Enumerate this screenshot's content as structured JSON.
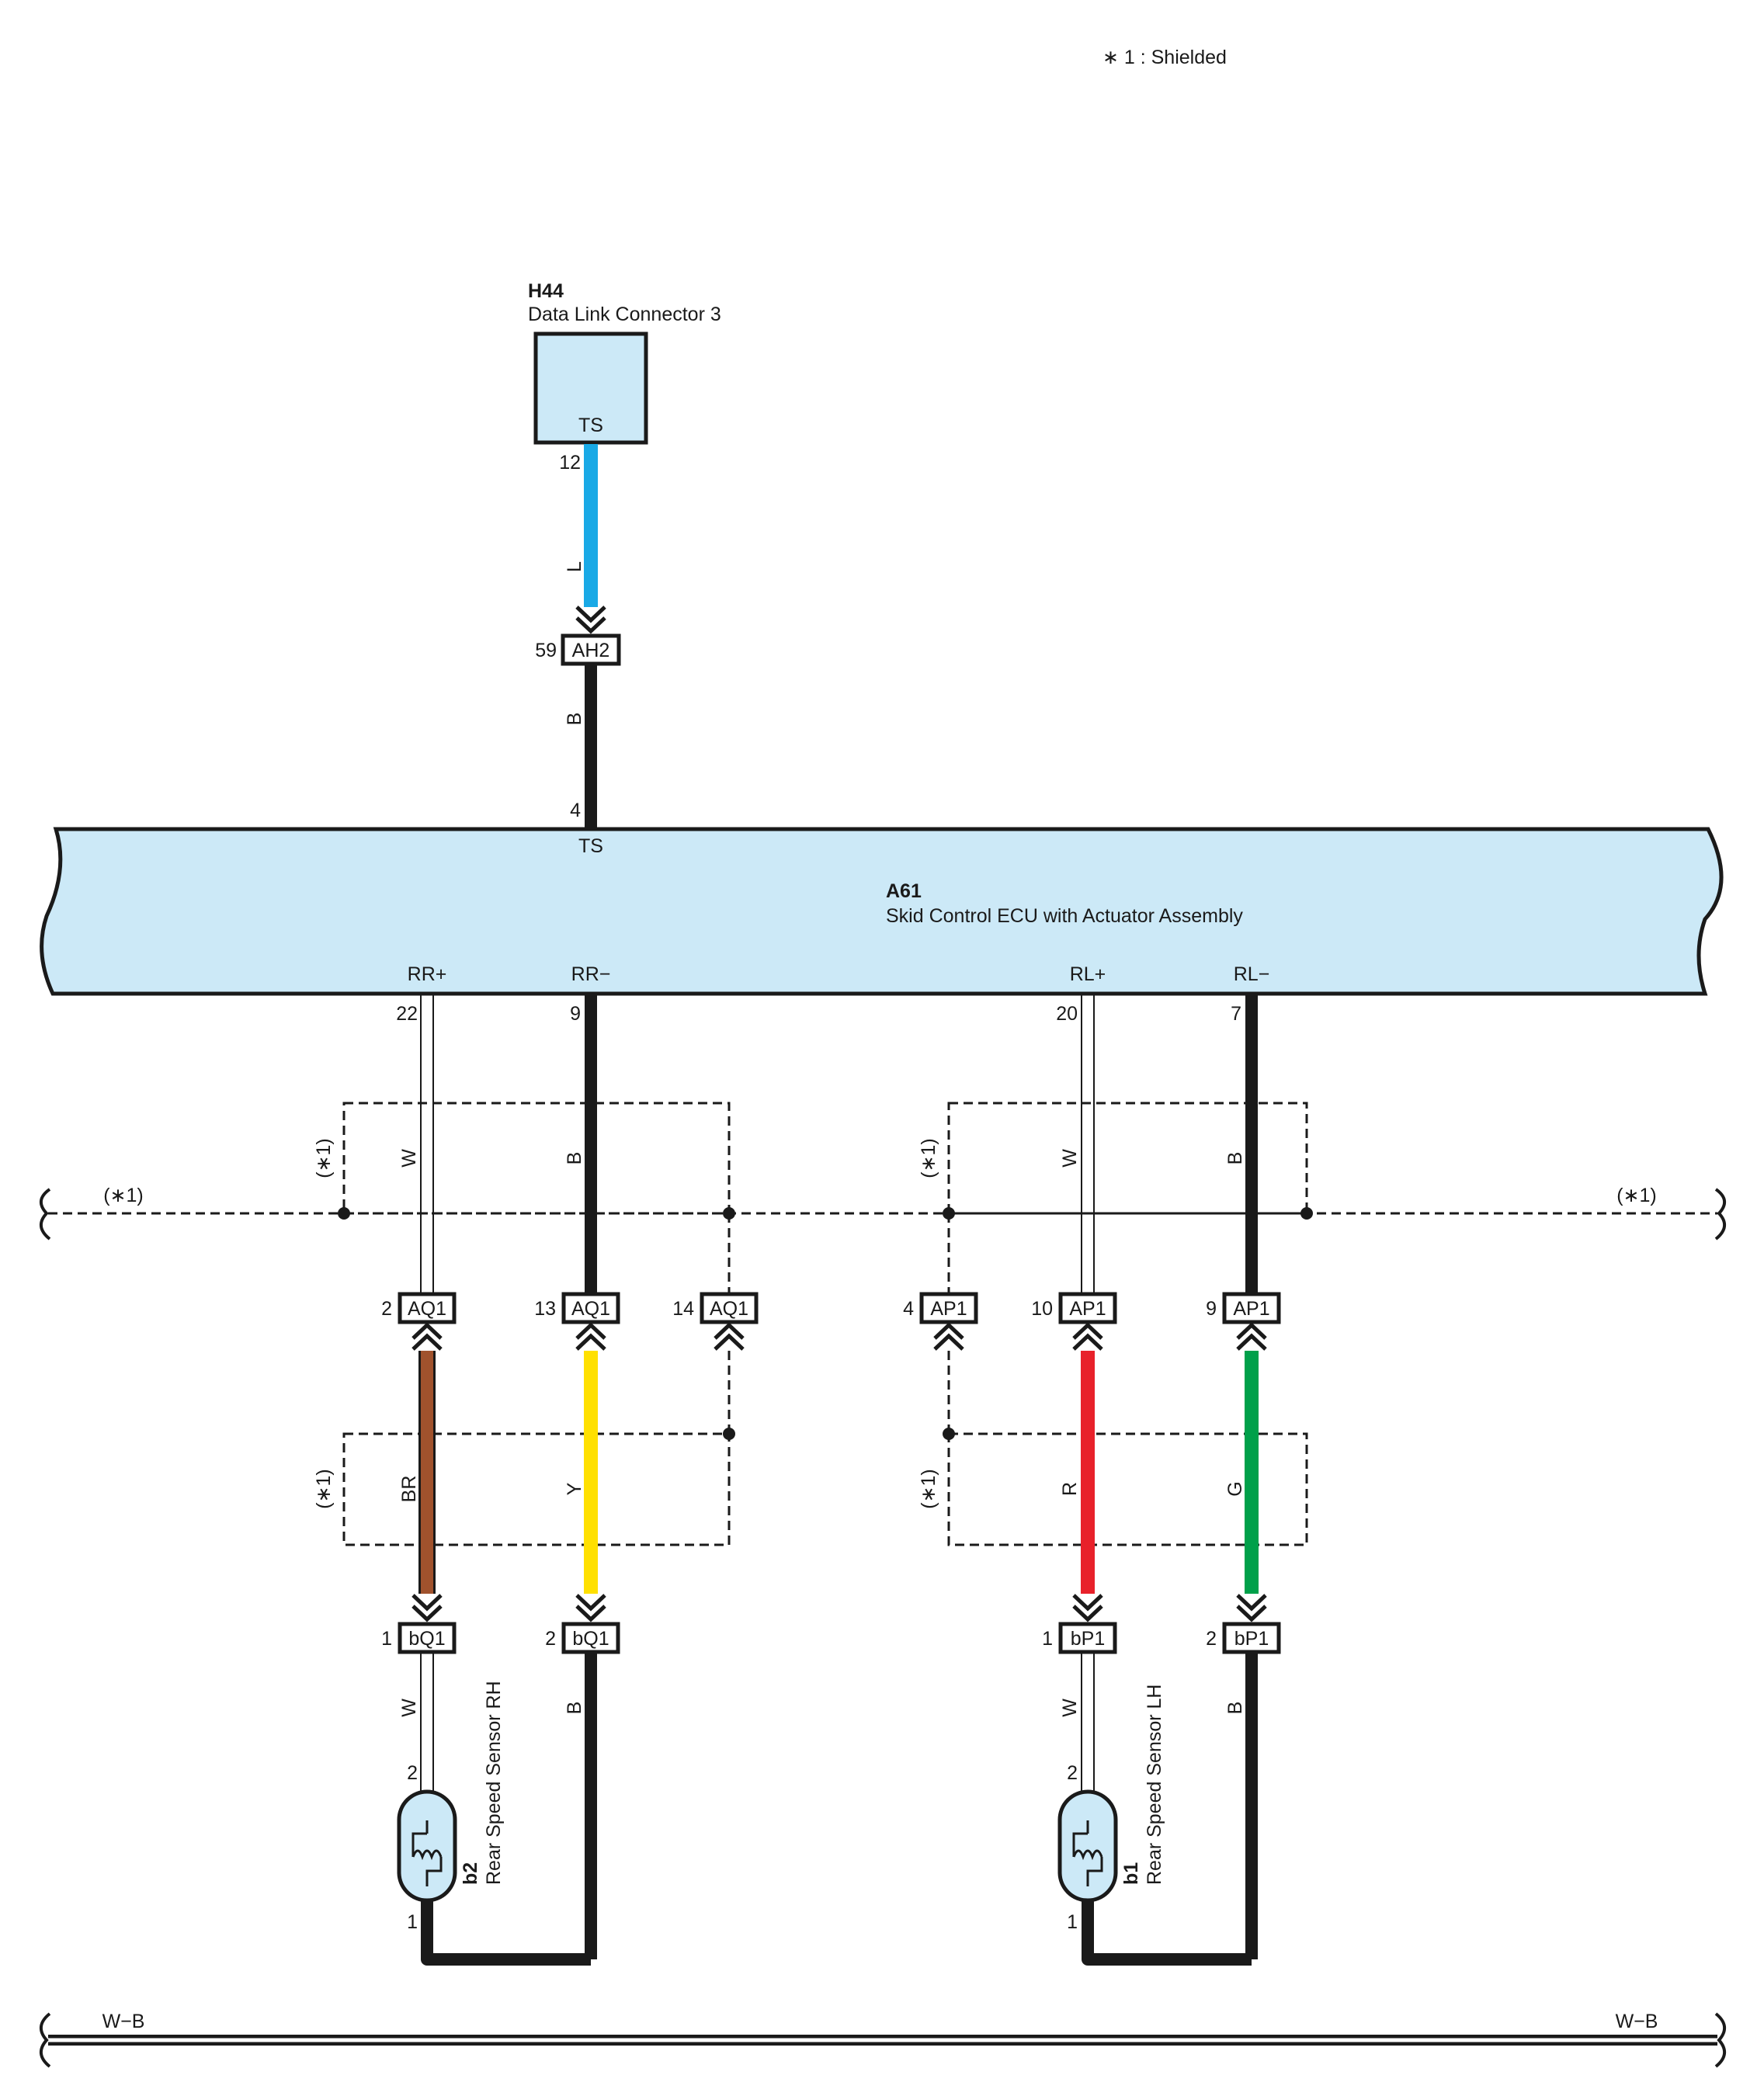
{
  "note": "∗ 1 : Shielded",
  "dlc": {
    "code": "H44",
    "name": "Data Link Connector 3",
    "pin_label": "TS",
    "pin": "12"
  },
  "wire_l": "L",
  "ah2": {
    "pin": "59",
    "label": "AH2"
  },
  "wire_b_top": "B",
  "ecu": {
    "code": "A61",
    "name": "Skid Control ECU with Actuator Assembly",
    "ts_pin": "4",
    "ts_label": "TS",
    "rrp_label": "RR+",
    "rrp_pin": "22",
    "rrm_label": "RR−",
    "rrm_pin": "9",
    "rlp_label": "RL+",
    "rlp_pin": "20",
    "rlm_label": "RL−",
    "rlm_pin": "7"
  },
  "shield_label": "(∗1)",
  "wires": {
    "w": "W",
    "b": "B",
    "br": "BR",
    "y": "Y",
    "r": "R",
    "g": "G"
  },
  "connectors": {
    "aq1_label": "AQ1",
    "aq1_pin_a": "2",
    "aq1_pin_b": "13",
    "aq1_pin_c": "14",
    "ap1_label": "AP1",
    "ap1_pin_a": "4",
    "ap1_pin_b": "10",
    "ap1_pin_c": "9",
    "bq1_label": "bQ1",
    "bq1_pin_a": "1",
    "bq1_pin_b": "2",
    "bp1_label": "bP1",
    "bp1_pin_a": "1",
    "bp1_pin_b": "2"
  },
  "sensor_rh": {
    "code": "b2",
    "name": "Rear Speed Sensor RH",
    "pin_top": "2",
    "pin_bottom": "1"
  },
  "sensor_lh": {
    "code": "b1",
    "name": "Rear Speed Sensor LH",
    "pin_top": "2",
    "pin_bottom": "1"
  },
  "ground_label": "W−B",
  "colors": {
    "box_fill": "#cce9f7",
    "wire_l": "#19a9e6",
    "wire_br": "#a0522d",
    "wire_y": "#ffe000",
    "wire_r": "#e8212a",
    "wire_g": "#00a04a",
    "wire_b": "#1a1a1a"
  }
}
